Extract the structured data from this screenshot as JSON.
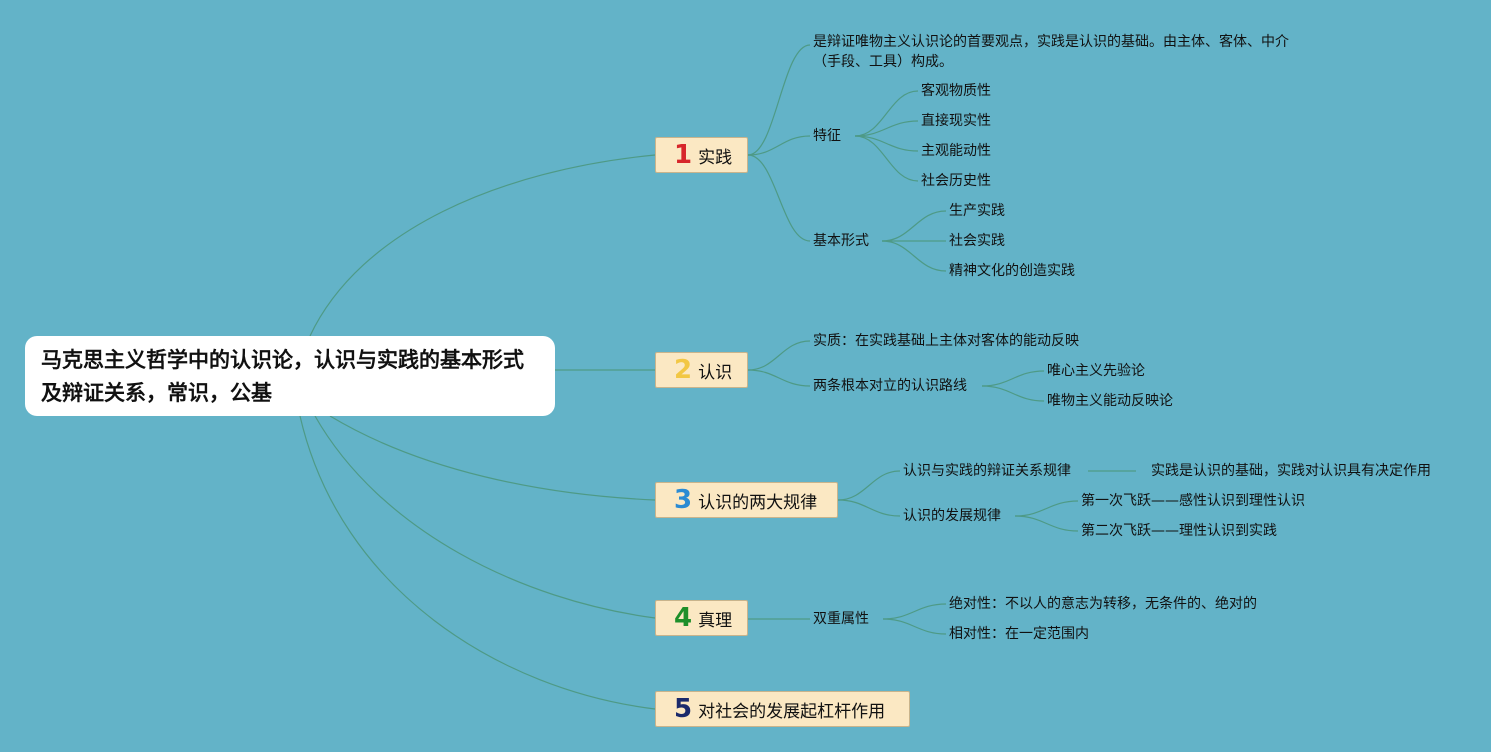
{
  "root": {
    "title": "马克思主义哲学中的认识论，认识与实践的基本形式及辩证关系，常识，公基"
  },
  "topics": [
    {
      "number": "1",
      "label": "实践",
      "color": "#d7262a"
    },
    {
      "number": "2",
      "label": "认识",
      "color": "#f2c744"
    },
    {
      "number": "3",
      "label": "认识的两大规律",
      "color": "#2b8bd3"
    },
    {
      "number": "4",
      "label": "真理",
      "color": "#1e8f2a"
    },
    {
      "number": "5",
      "label": "对社会的发展起杠杆作用",
      "color": "#1b2a6b"
    }
  ],
  "t1": {
    "definition": "是辩证唯物主义认识论的首要观点，实践是认识的基础。由主体、客体、中介（手段、工具）构成。",
    "features_label": "特征",
    "features": [
      "客观物质性",
      "直接现实性",
      "主观能动性",
      "社会历史性"
    ],
    "forms_label": "基本形式",
    "forms": [
      "生产实践",
      "社会实践",
      "精神文化的创造实践"
    ]
  },
  "t2": {
    "essence": "实质：在实践基础上主体对客体的能动反映",
    "routes_label": "两条根本对立的认识路线",
    "routes": [
      "唯心主义先验论",
      "唯物主义能动反映论"
    ]
  },
  "t3": {
    "law1": "认识与实践的辩证关系规律",
    "law1_detail": "实践是认识的基础，实践对认识具有决定作用",
    "law2": "认识的发展规律",
    "law2_items": [
      "第一次飞跃——感性认识到理性认识",
      "第二次飞跃——理性认识到实践"
    ]
  },
  "t4": {
    "attr_label": "双重属性",
    "attrs": [
      "绝对性：不以人的意志为转移，无条件的、绝对的",
      "相对性：在一定范围内"
    ]
  },
  "colors": {
    "background": "#63b3c8",
    "line": "#4e9a86",
    "topic_fill": "#fbe8c3"
  }
}
